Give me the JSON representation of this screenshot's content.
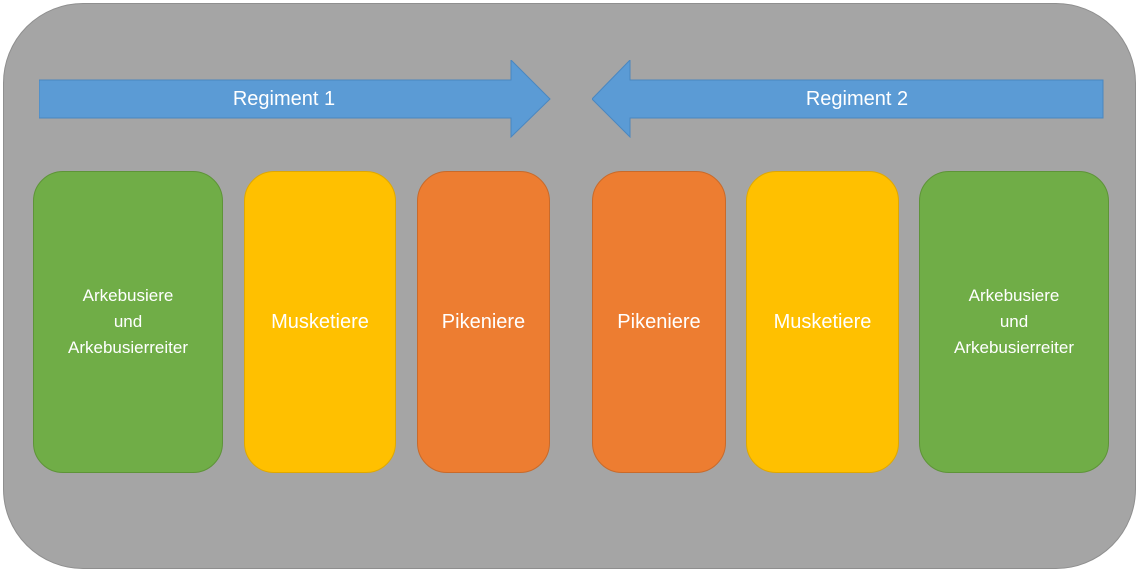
{
  "colors": {
    "background": "#a5a5a5",
    "arrow": "#5b9bd5",
    "arkebusiere": "#70ad47",
    "musketiere": "#ffc000",
    "pikeniere": "#ed7d31"
  },
  "arrows": [
    {
      "label": "Regiment 1",
      "direction": "right"
    },
    {
      "label": "Regiment 2",
      "direction": "left"
    }
  ],
  "blocks": [
    {
      "label": "Arkebusiere\nund\nArkebusierreiter",
      "color": "green"
    },
    {
      "label": "Musketiere",
      "color": "yellow"
    },
    {
      "label": "Pikeniere",
      "color": "orange"
    },
    {
      "label": "Pikeniere",
      "color": "orange"
    },
    {
      "label": "Musketiere",
      "color": "yellow"
    },
    {
      "label": "Arkebusiere\nund\nArkebusierreiter",
      "color": "green"
    }
  ]
}
